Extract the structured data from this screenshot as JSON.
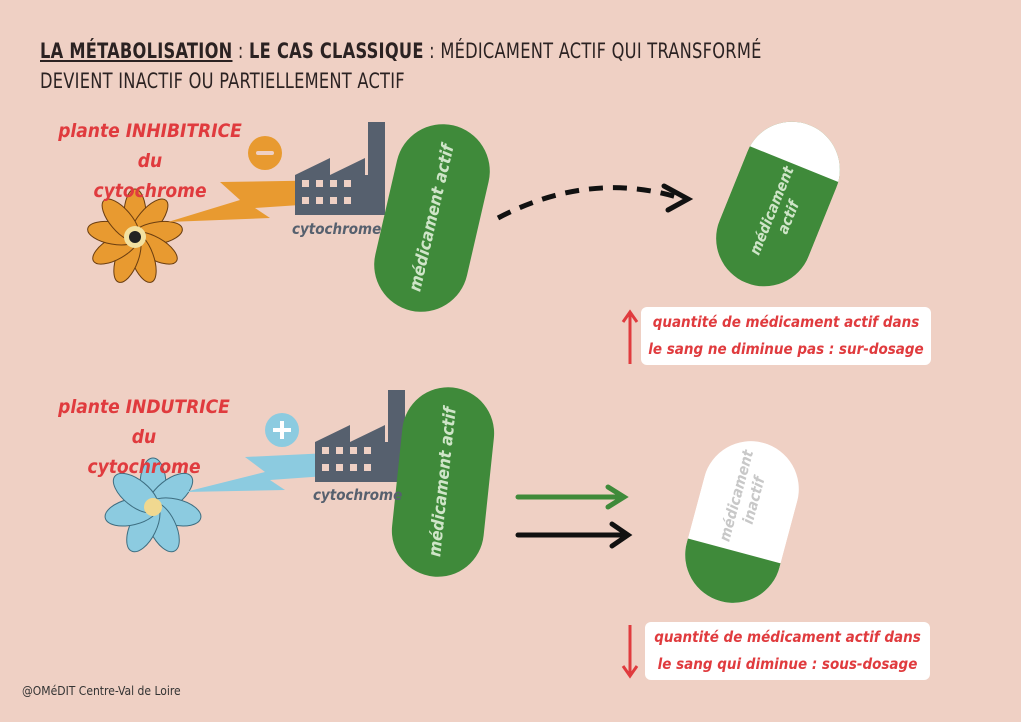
{
  "title": {
    "part1": "LA MÉTABOLISATION",
    "sep1": " : ",
    "part2": "LE CAS CLASSIQUE",
    "rest": " : MÉDICAMENT ACTIF QUI TRANSFORMÉ DEVIENT INACTIF OU PARTIELLEMENT ACTIF"
  },
  "top": {
    "plant_line1": "plante INHIBITRICE du",
    "plant_line2": "cytochrome",
    "sign": "−",
    "factory_label": "cytochrome",
    "drug_label": "médicament actif",
    "result_drug_line1": "médicament",
    "result_drug_line2": "actif",
    "result_text_line1": "quantité de médicament actif dans",
    "result_text_line2": "le sang ne diminue pas : sur-dosage"
  },
  "bottom": {
    "plant_line1": "plante INDUTRICE du",
    "plant_line2": "cytochrome",
    "sign": "+",
    "factory_label": "cytochrome",
    "drug_label": "médicament actif",
    "result_drug_line1": "médicament",
    "result_drug_line2": "inactif",
    "result_text_line1": "quantité de médicament actif dans",
    "result_text_line2": "le sang qui diminue : sous-dosage"
  },
  "footer": "@OMéDIT Centre-Val de Loire",
  "colors": {
    "background": "#efd0c4",
    "green": "#3f8a3a",
    "red": "#e03b3e",
    "orange": "#e89a30",
    "blue": "#8ccbe0",
    "factory": "#56606e"
  }
}
